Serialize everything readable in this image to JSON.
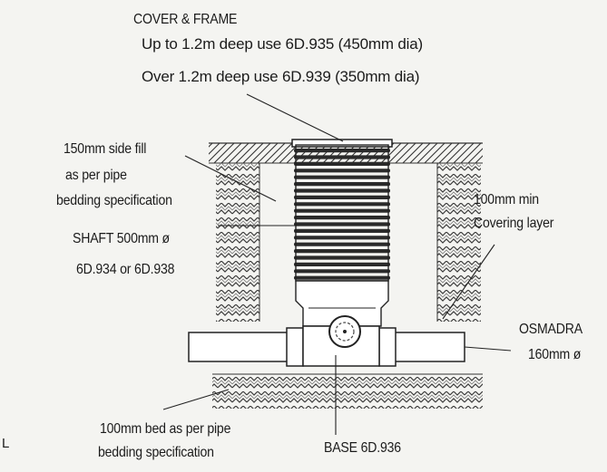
{
  "labels": {
    "cover_title": "COVER & FRAME",
    "cover_line1": "Up to 1.2m deep use 6D.935 (450mm dia)",
    "cover_line2": "Over 1.2m deep use 6D.939 (350mm dia)",
    "side_fill_1": "150mm side fill",
    "side_fill_2": "as per pipe",
    "side_fill_3": "bedding specification",
    "shaft_1": "SHAFT 500mm ø",
    "shaft_2": "6D.934 or 6D.938",
    "cover_layer_1": "100mm min",
    "cover_layer_2": "Covering layer",
    "pipe_1": "OSMADRA",
    "pipe_2": "160mm ø",
    "bed_1": "100mm bed as per pipe",
    "bed_2": "bedding specification",
    "base": "BASE  6D.936",
    "edge_mark": "L"
  },
  "colors": {
    "ink": "#1b1b1b",
    "paper": "#f4f4f1",
    "component_fill": "#ffffff"
  }
}
